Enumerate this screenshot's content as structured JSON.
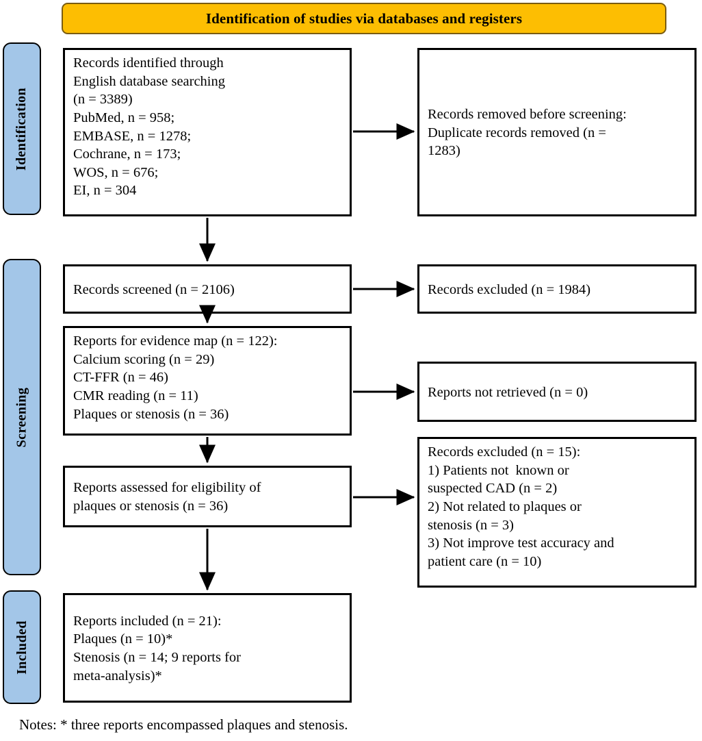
{
  "diagram": {
    "title": "Identification of studies via databases and registers",
    "colors": {
      "header_background": "#FDBE02",
      "header_border": "#7A5C10",
      "phase_bar_background": "#A3C6E8",
      "box_border": "#000000",
      "box_background": "#FFFFFF",
      "text": "#000000"
    },
    "phases": [
      {
        "id": "identification",
        "label": "Identification"
      },
      {
        "id": "screening",
        "label": "Screening"
      },
      {
        "id": "included",
        "label": "Included"
      }
    ],
    "boxes": {
      "records_identified": {
        "lines": [
          "Records identified through",
          "English database searching",
          "(n = 3389)",
          "PubMed, n = 958;",
          "EMBASE, n = 1278;",
          "Cochrane, n = 173;",
          "WOS, n = 676;",
          "EI, n = 304"
        ]
      },
      "records_removed": {
        "lines": [
          "Records removed before screening:",
          "Duplicate records removed (n =",
          "1283)"
        ]
      },
      "records_screened": {
        "lines": [
          "Records screened (n = 2106)"
        ]
      },
      "records_excluded_screening": {
        "lines": [
          "Records excluded (n = 1984)"
        ]
      },
      "evidence_map": {
        "lines": [
          "Reports for evidence map (n = 122):",
          "Calcium scoring (n = 29)",
          "CT-FFR (n = 46)",
          "CMR reading (n = 11)",
          "Plaques or stenosis (n = 36)"
        ]
      },
      "reports_not_retrieved": {
        "lines": [
          "Reports not retrieved (n = 0)"
        ]
      },
      "eligibility": {
        "lines": [
          "Reports assessed for eligibility of",
          "plaques or stenosis (n = 36)"
        ]
      },
      "records_excluded_eligibility": {
        "lines": [
          "Records excluded (n = 15):",
          "1) Patients not  known or",
          "suspected CAD (n = 2)",
          "2) Not related to plaques or",
          "stenosis (n = 3)",
          "3) Not improve test accuracy and",
          "patient care (n = 10)"
        ]
      },
      "reports_included": {
        "lines": [
          "Reports included (n = 21):",
          "Plaques (n = 10)*",
          "Stenosis (n = 14; 9 reports for",
          "meta-analysis)*"
        ]
      }
    },
    "footer_note": "Notes: * three reports encompassed plaques and stenosis.",
    "chart_data": {
      "type": "diagram",
      "title": "Identification of studies via databases and registers",
      "nodes": [
        {
          "id": "records_identified",
          "phase": "Identification",
          "n": 3389,
          "breakdown": {
            "PubMed": 958,
            "EMBASE": 1278,
            "Cochrane": 173,
            "WOS": 676,
            "EI": 304
          }
        },
        {
          "id": "records_removed",
          "phase": "Identification",
          "duplicates_removed": 1283
        },
        {
          "id": "records_screened",
          "phase": "Screening",
          "n": 2106
        },
        {
          "id": "records_excluded_screening",
          "phase": "Screening",
          "n": 1984
        },
        {
          "id": "evidence_map",
          "phase": "Screening",
          "n": 122,
          "breakdown": {
            "Calcium scoring": 29,
            "CT-FFR": 46,
            "CMR reading": 11,
            "Plaques or stenosis": 36
          }
        },
        {
          "id": "reports_not_retrieved",
          "phase": "Screening",
          "n": 0
        },
        {
          "id": "eligibility",
          "phase": "Screening",
          "n": 36
        },
        {
          "id": "records_excluded_eligibility",
          "phase": "Screening",
          "n": 15,
          "reasons": [
            {
              "label": "Patients not known or suspected CAD",
              "n": 2
            },
            {
              "label": "Not related to plaques or stenosis",
              "n": 3
            },
            {
              "label": "Not improve test accuracy and patient care",
              "n": 10
            }
          ]
        },
        {
          "id": "reports_included",
          "phase": "Included",
          "n": 21,
          "breakdown": {
            "Plaques": 10,
            "Stenosis": 14,
            "Stenosis reports for meta-analysis": 9
          }
        }
      ],
      "edges": [
        {
          "from": "records_identified",
          "to": "records_removed",
          "direction": "right"
        },
        {
          "from": "records_identified",
          "to": "records_screened",
          "direction": "down"
        },
        {
          "from": "records_screened",
          "to": "records_excluded_screening",
          "direction": "right"
        },
        {
          "from": "records_screened",
          "to": "evidence_map",
          "direction": "down"
        },
        {
          "from": "evidence_map",
          "to": "reports_not_retrieved",
          "direction": "right"
        },
        {
          "from": "evidence_map",
          "to": "eligibility",
          "direction": "down"
        },
        {
          "from": "eligibility",
          "to": "records_excluded_eligibility",
          "direction": "right"
        },
        {
          "from": "eligibility",
          "to": "reports_included",
          "direction": "down"
        }
      ]
    }
  }
}
